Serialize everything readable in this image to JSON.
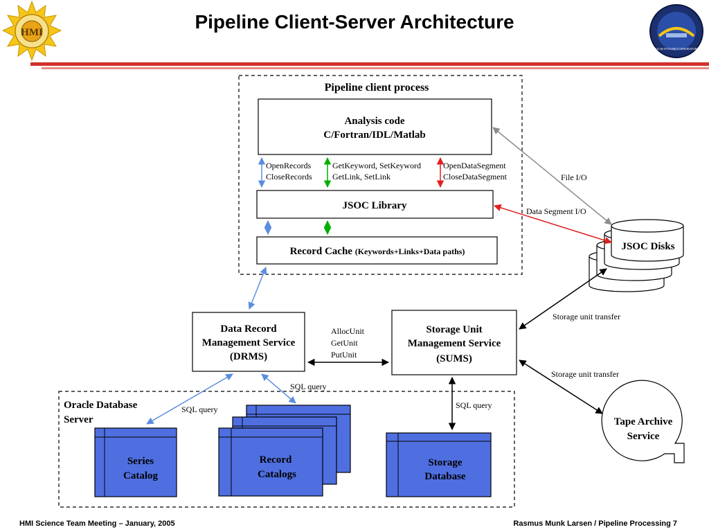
{
  "title": "Pipeline Client-Server Architecture",
  "logos": {
    "left_text": "HMI",
    "right_text": "SOLAR DYNAMICS OBSERVATORY"
  },
  "client": {
    "label": "Pipeline client process",
    "analysis_line1": "Analysis code",
    "analysis_line2": "C/Fortran/IDL/Matlab",
    "jsoc_library": "JSOC Library",
    "record_cache": "Record Cache",
    "record_cache_detail": "(Keywords+Links+Data paths)",
    "api_records_1": "OpenRecords",
    "api_records_2": "CloseRecords",
    "api_keyword_1": "GetKeyword, SetKeyword",
    "api_keyword_2": "GetLink, SetLink",
    "api_segment_1": "OpenDataSegment",
    "api_segment_2": "CloseDataSegment"
  },
  "disks": {
    "label": "JSOC Disks",
    "file_io": "File I/O",
    "data_segment_io": "Data Segment I/O"
  },
  "drms": {
    "line1": "Data Record",
    "line2": "Management Service",
    "line3": "(DRMS)"
  },
  "sums": {
    "line1": "Storage Unit",
    "line2": "Management Service",
    "line3": "(SUMS)"
  },
  "drms_sums_calls": [
    "AllocUnit",
    "GetUnit",
    "PutUnit"
  ],
  "storage_transfer_1": "Storage unit transfer",
  "storage_transfer_2": "Storage unit transfer",
  "tape": {
    "line1": "Tape Archive",
    "line2": "Service"
  },
  "oracle": {
    "line1": "Oracle Database",
    "line2": "Server",
    "sql_series": "SQL query",
    "sql_records": "SQL query",
    "sql_storage": "SQL query",
    "series_1": "Series",
    "series_2": "Catalog",
    "records_1": "Record",
    "records_2": "Catalogs",
    "storage_1": "Storage",
    "storage_2": "Database"
  },
  "colors": {
    "blue_arrow": "#5b8de0",
    "green_arrow": "#00b000",
    "red_arrow": "#e02020",
    "gray_arrow": "#8c8c8c",
    "db_fill": "#4f6fe0",
    "title_rule": "#d3302a"
  },
  "footer": {
    "left": "HMI Science Team Meeting – January, 2005",
    "right": "Rasmus Munk Larsen / Pipeline Processing 7"
  }
}
